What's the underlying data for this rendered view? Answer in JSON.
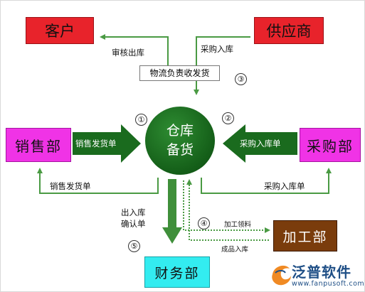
{
  "nodes": {
    "customer": "客户",
    "supplier": "供应商",
    "sales_dept": "销售部",
    "purchase_dept": "采购部",
    "processing_dept": "加工部",
    "finance_dept": "财务部",
    "warehouse_line1": "仓库",
    "warehouse_line2": "备货"
  },
  "labels": {
    "audit_out": "审核出库",
    "purchase_in_top": "采购入库",
    "logistics": "物流负责收发货",
    "sales_order_arrow": "销售发货单",
    "purchase_order_arrow": "采购入库单",
    "sales_order_bottom": "销售发货单",
    "purchase_in_bottom": "采购入库单",
    "out_confirm_line1": "出入库",
    "out_confirm_line2": "确认单",
    "processing_pick": "加工领料",
    "finished_in": "成品入库"
  },
  "steps": [
    "①",
    "②",
    "③",
    "④",
    "⑤"
  ],
  "logo": {
    "name": "泛普软件",
    "url": "www.fanpusoft.com"
  },
  "colors": {
    "red_box": "#e8232b",
    "pink_box": "#f033e6",
    "brown_box": "#7a3c0c",
    "cyan_box": "#33ecf0",
    "green": "#1a6b1e",
    "line_green": "#4a9a43"
  }
}
